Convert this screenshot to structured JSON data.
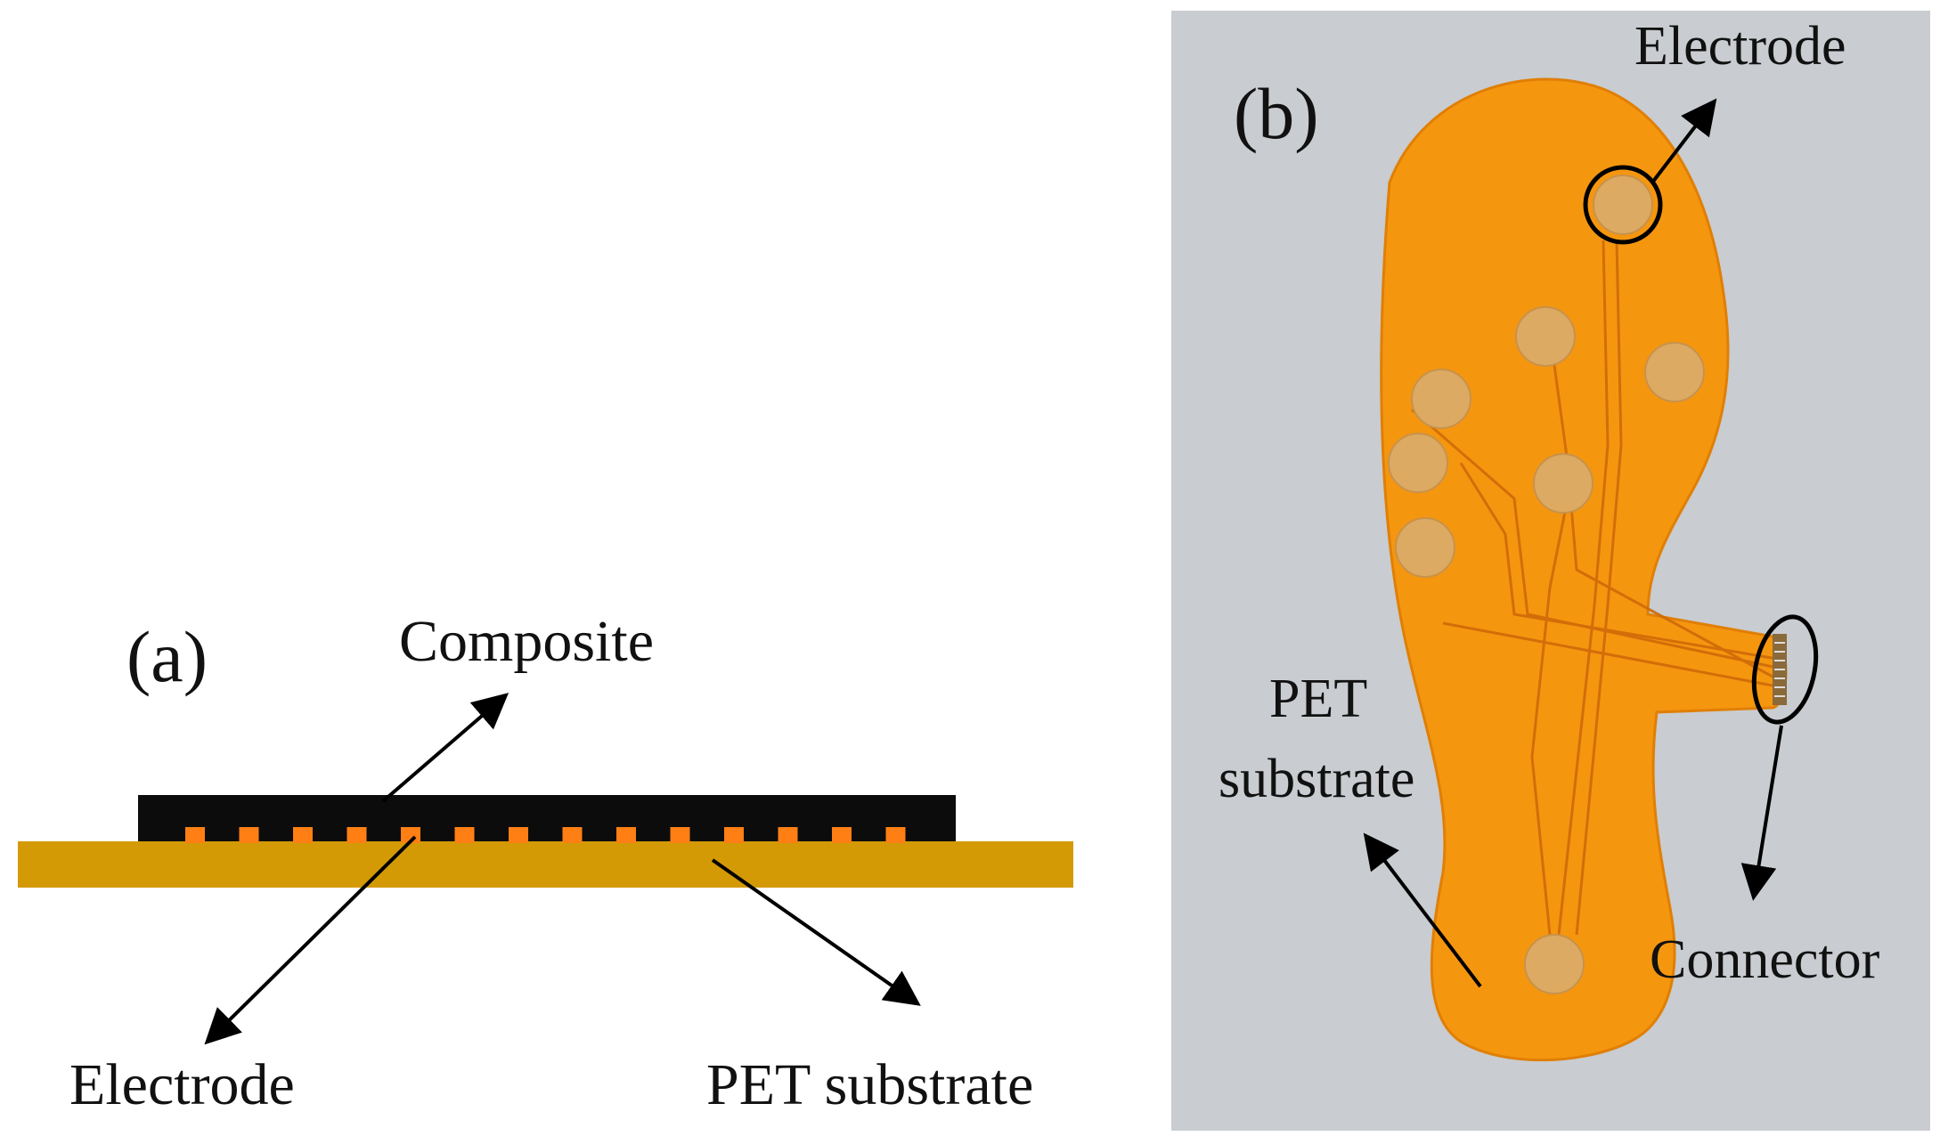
{
  "panel_a": {
    "label": "(a)",
    "composite_label": "Composite",
    "electrode_label": "Electrode",
    "pet_label": "PET substrate",
    "colors": {
      "composite": "#0c0c0c",
      "electrode": "#ff7f14",
      "substrate": "#d39a06"
    }
  },
  "panel_b": {
    "label": "(b)",
    "electrode_label": "Electrode",
    "pet_label_line1": "PET",
    "pet_label_line2": "substrate",
    "connector_label": "Connector",
    "colors": {
      "background": "#c9ccd0",
      "insole": "#f5960f",
      "electrode_pad": "#dcaa62"
    }
  }
}
